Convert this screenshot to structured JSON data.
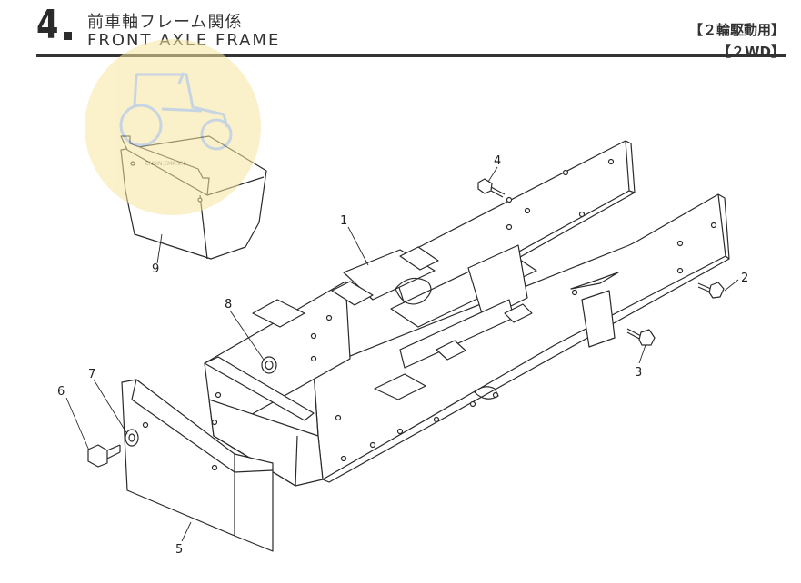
{
  "header": {
    "section_number": "4",
    "title_jp": "前車軸フレーム関係",
    "title_en": "FRONT AXLE FRAME",
    "drive_jp": "【２輪駆動用】",
    "drive_en": "【２WD】"
  },
  "callouts": [
    "1",
    "2",
    "3",
    "4",
    "5",
    "6",
    "7",
    "8",
    "9"
  ],
  "watermark": {
    "icon": "tractor-logo-icon",
    "text": "ENSIN.EMK.VN",
    "color": "#f7e59e"
  }
}
